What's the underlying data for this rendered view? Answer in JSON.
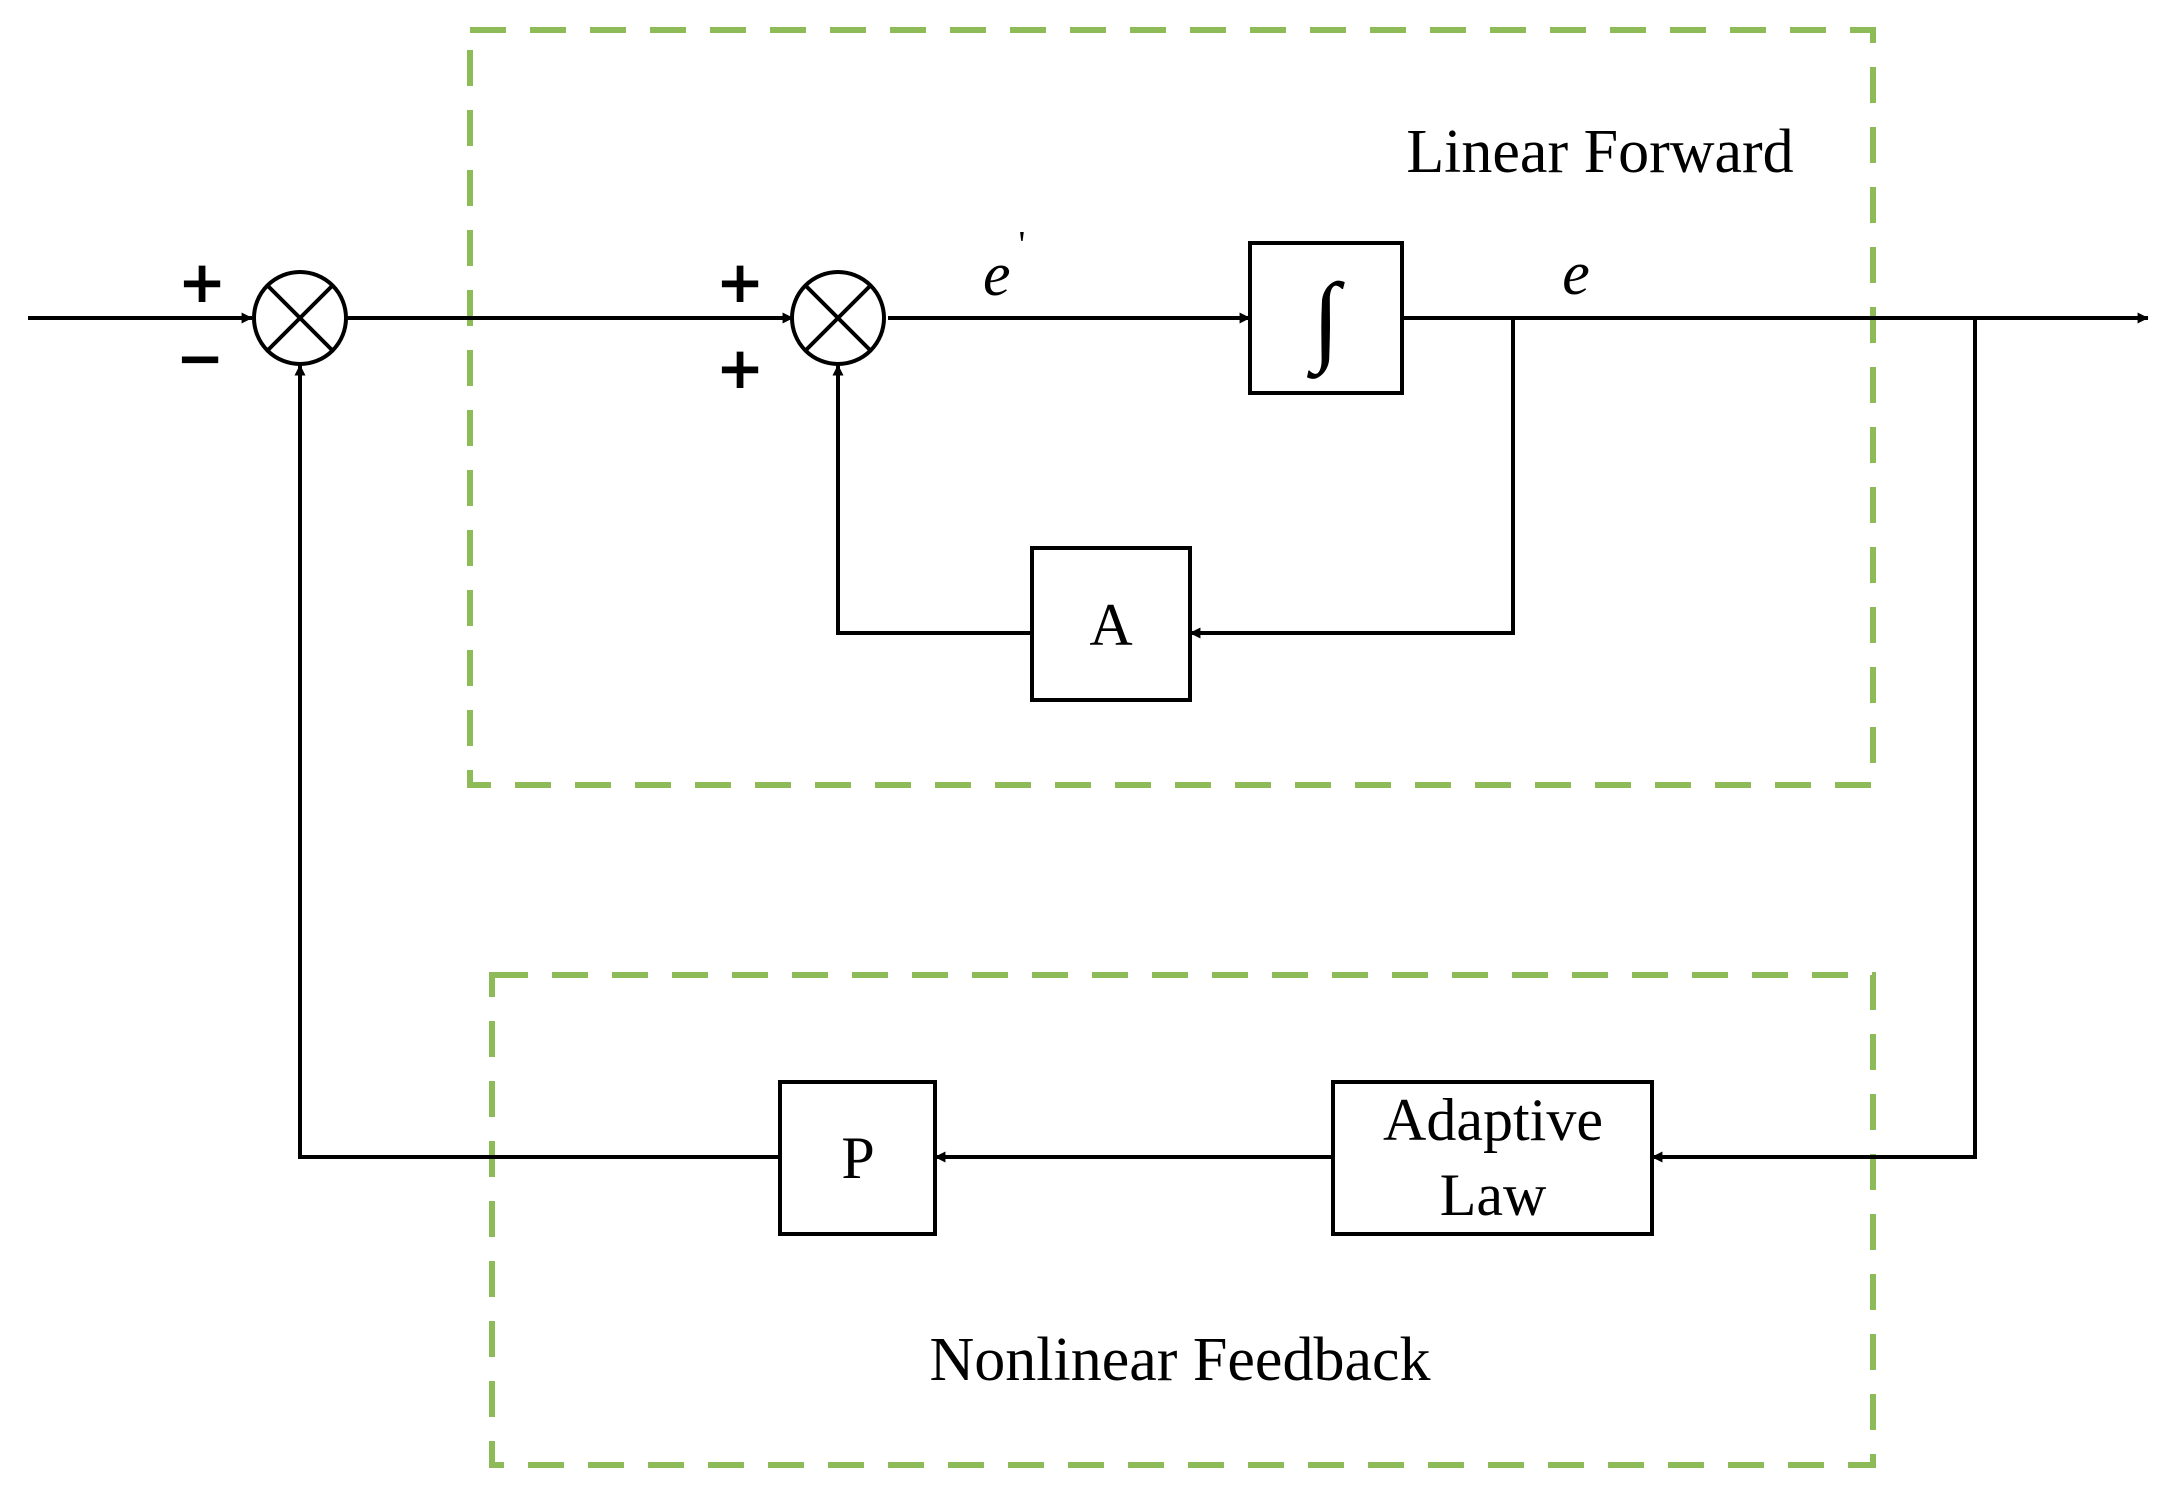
{
  "regions": {
    "linear_forward": {
      "label": "Linear Forward"
    },
    "nonlinear_feedback": {
      "label": "Nonlinear Feedback"
    }
  },
  "signals": {
    "e_prime": {
      "base": "e",
      "prime": "'"
    },
    "e": "e"
  },
  "blocks": {
    "integrator": "∫",
    "a": "A",
    "p": "P",
    "adaptive_law": {
      "line1": "Adaptive",
      "line2": "Law"
    }
  },
  "summing_junctions": {
    "outer": {
      "top_sign": "+",
      "bottom_sign": "−"
    },
    "inner": {
      "top_sign": "+",
      "bottom_sign": "+"
    }
  },
  "colors": {
    "region_border": "#8dbb57",
    "lines": "#000000"
  }
}
